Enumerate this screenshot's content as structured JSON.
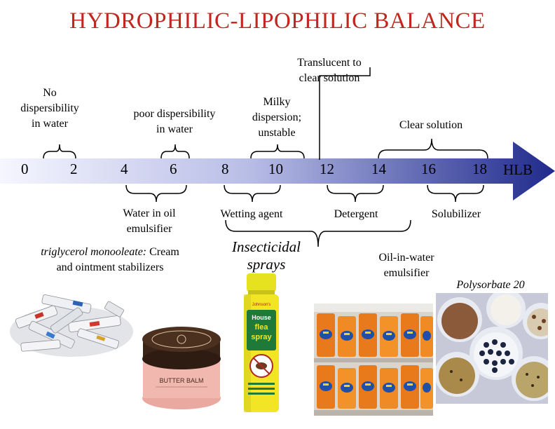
{
  "title": "HYDROPHILIC-LIPOPHILIC BALANCE",
  "axis": {
    "ticks": [
      "0",
      "2",
      "4",
      "6",
      "8",
      "10",
      "12",
      "14",
      "16",
      "18"
    ],
    "label": "HLB",
    "gradient_start": "#f4f4ff",
    "gradient_end": "#1f2a8c"
  },
  "top_labels": {
    "no_dispersibility": [
      "No",
      "dispersibility",
      "in water"
    ],
    "poor_dispersibility": [
      "poor dispersibility",
      "in water"
    ],
    "milky": [
      "Milky",
      "dispersion;",
      "unstable"
    ],
    "translucent": [
      "Translucent to",
      "clear solution"
    ],
    "clear": "Clear solution"
  },
  "bottom_labels": {
    "water_in_oil": [
      "Water in oil",
      "emulsifier"
    ],
    "wetting_agent": "Wetting agent",
    "detergent": "Detergent",
    "solubilizer": "Solubilizer",
    "oil_in_water": [
      "Oil-in-water",
      "emulsifier"
    ]
  },
  "examples": {
    "triglycerol_italic": "triglycerol monooleate:",
    "triglycerol_rest": " Cream",
    "triglycerol_line2": "and ointment stabilizers",
    "insecticidal": [
      "Insecticidal",
      "sprays"
    ],
    "polysorbate": "Polysorbate 20"
  },
  "photo_text": {
    "jar_label": "BUTTER BALM",
    "can_brand": "Johnson's",
    "can_product": [
      "House",
      "flea",
      "spray"
    ]
  },
  "colors": {
    "title": "#c0271e",
    "brace": "#000000"
  }
}
